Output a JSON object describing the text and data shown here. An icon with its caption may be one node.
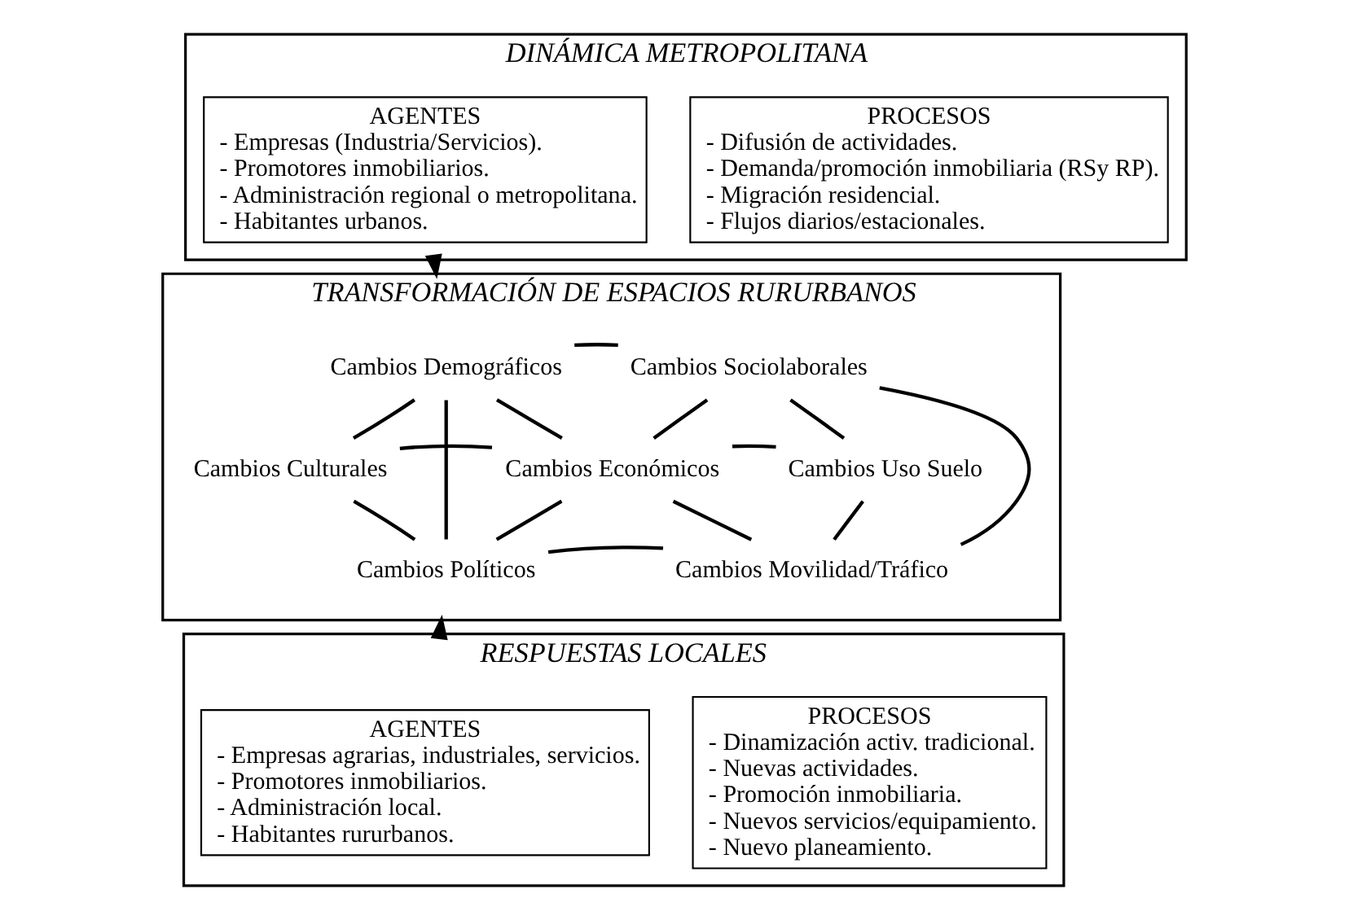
{
  "diagram": {
    "nodes": [
      {
        "text": [
          "DINÁMICA METROPOLITANA"
        ]
      },
      {
        "text": [
          "AGENTES",
          "- Empresas (Industria/Servicios).",
          "- Promotores inmobiliarios.",
          "- Administración regional o metropolitana.",
          "- Habitantes urbanos."
        ],
        "in": 0
      },
      {
        "text": [
          "PROCESOS",
          "- Difusión de actividades.",
          "- Demanda/promoción inmobiliaria (RSy RP).",
          "- Migración residencial.",
          "- Flujos diarios/estacionales."
        ],
        "in": 0
      },
      {
        "text": [
          "TRANSFORMACIÓN DE ESPACIOS RURURBANOS"
        ]
      },
      {
        "text": [
          "Cambios Demográficos"
        ],
        "in": 3
      },
      {
        "text": [
          "Cambios Sociolaborales"
        ],
        "in": 3
      },
      {
        "text": [
          "Cambios Culturales"
        ],
        "in": 3
      },
      {
        "text": [
          "Cambios Económicos"
        ],
        "in": 3
      },
      {
        "text": [
          "Cambios Uso Suelo"
        ],
        "in": 3
      },
      {
        "text": [
          "Cambios Políticos"
        ],
        "in": 3
      },
      {
        "text": [
          "Cambios Movilidad/Tráfico"
        ],
        "in": 3
      },
      {
        "text": [
          "RESPUESTAS LOCALES"
        ]
      },
      {
        "text": [
          "AGENTES",
          "- Empresas agrarias, industriales, servicios.",
          "- Promotores inmobiliarios.",
          "- Administración local.",
          "- Habitantes rururbanos."
        ],
        "in": 11
      },
      {
        "text": [
          "PROCESOS",
          "- Dinamización activ. tradicional.",
          "- Nuevas actividades.",
          "- Promoción inmobiliaria.",
          "- Nuevos servicios/equipamiento.",
          "- Nuevo planeamiento."
        ],
        "in": 11
      }
    ],
    "edges": [
      {
        "from": 0,
        "to": 3,
        "arrow": "to"
      },
      {
        "from": 4,
        "to": 5,
        "arrow": "none"
      },
      {
        "from": 4,
        "to": 7,
        "arrow": "none"
      },
      {
        "from": 5,
        "to": 7,
        "arrow": "none"
      },
      {
        "from": 4,
        "to": 6,
        "arrow": "none"
      },
      {
        "from": 4,
        "to": 9,
        "arrow": "none"
      },
      {
        "from": 6,
        "to": 7,
        "arrow": "none"
      },
      {
        "from": 6,
        "to": 9,
        "arrow": "none"
      },
      {
        "from": 7,
        "to": 8,
        "arrow": "none"
      },
      {
        "from": 5,
        "to": 8,
        "arrow": "none"
      },
      {
        "from": 5,
        "to": 10,
        "arrow": "none"
      },
      {
        "from": 7,
        "to": 9,
        "arrow": "none"
      },
      {
        "from": 7,
        "to": 10,
        "arrow": "none"
      },
      {
        "from": 9,
        "to": 10,
        "arrow": "none"
      },
      {
        "from": 8,
        "to": 10,
        "arrow": "none"
      },
      {
        "from": 11,
        "to": 3,
        "arrow": "to"
      }
    ]
  }
}
